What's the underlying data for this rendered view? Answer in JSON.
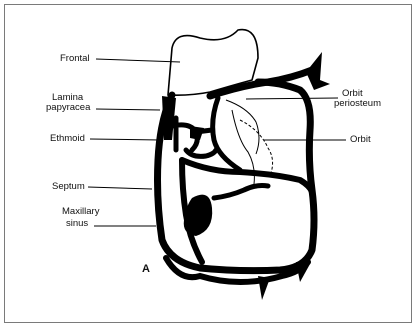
{
  "figure": {
    "panel_letter": "A",
    "labels": {
      "frontal": "Frontal",
      "lamina_papyracea_1": "Lamina",
      "lamina_papyracea_2": "papyracea",
      "ethmoid": "Ethmoid",
      "septum": "Septum",
      "maxillary_sinus_1": "Maxillary",
      "maxillary_sinus_2": "sinus",
      "orbit_periosteum_1": "Orbit",
      "orbit_periosteum_2": "periosteum",
      "orbit": "Orbit"
    }
  }
}
